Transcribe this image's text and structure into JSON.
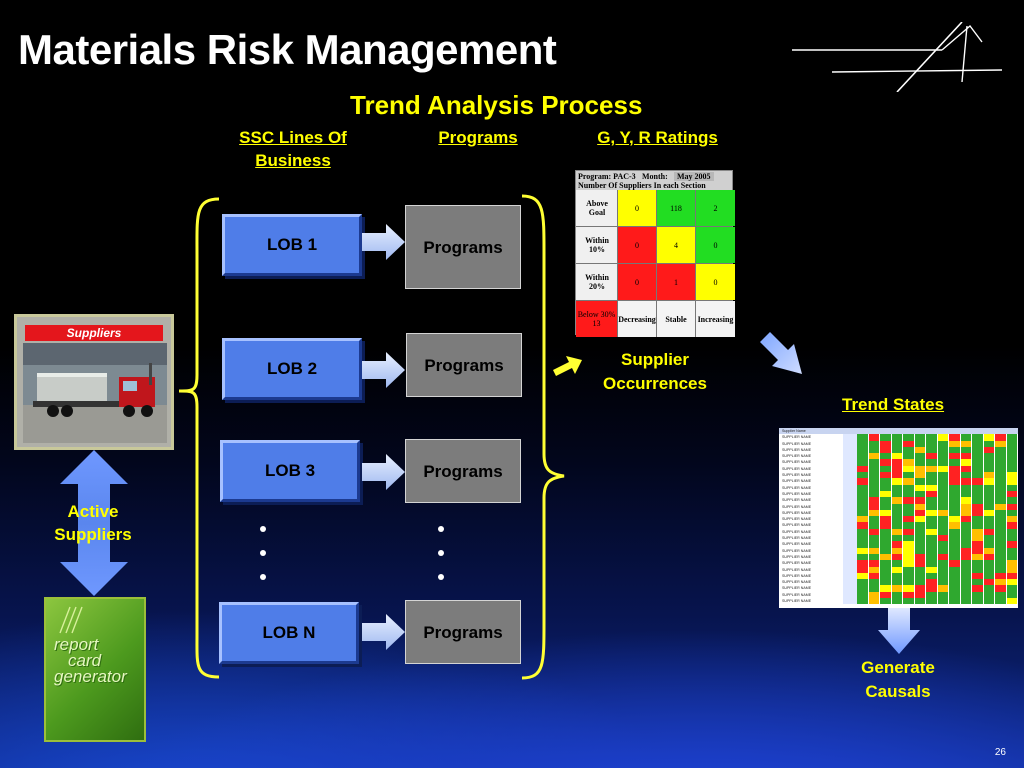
{
  "slide": {
    "title": "Materials Risk Management",
    "subtitle": "Trend Analysis Process",
    "page_number": "26",
    "accent_color": "#ffff00",
    "icons": [
      "company-logo-icon",
      "truck-photo",
      "report-card-generator-logo"
    ]
  },
  "headers": {
    "ssc_lines_line1": "SSC Lines Of",
    "ssc_lines_line2": "Business",
    "programs": "Programs",
    "ratings": "G, Y, R Ratings"
  },
  "lobs": [
    {
      "label": "LOB 1",
      "program": "Programs"
    },
    {
      "label": "LOB 2",
      "program": "Programs"
    },
    {
      "label": "LOB 3",
      "program": "Programs"
    },
    {
      "label": "LOB N",
      "program": "Programs"
    }
  ],
  "left": {
    "suppliers_banner": "Suppliers",
    "active_suppliers_line1": "Active",
    "active_suppliers_line2": "Suppliers",
    "report_card_line1": "report",
    "report_card_line2": "card",
    "report_card_line3": "generator"
  },
  "ratings_table": {
    "program_label": "Program: PAC-3",
    "month_label": "Month:",
    "month_value": "May 2005",
    "section_label": "Number Of Suppliers In each Section",
    "rows": [
      {
        "label": "Above Goal",
        "cells": [
          {
            "v": "0",
            "c": "y"
          },
          {
            "v": "118",
            "c": "g"
          },
          {
            "v": "2",
            "c": "g"
          }
        ]
      },
      {
        "label": "Within 10%",
        "cells": [
          {
            "v": "0",
            "c": "r"
          },
          {
            "v": "4",
            "c": "y"
          },
          {
            "v": "0",
            "c": "g"
          }
        ]
      },
      {
        "label": "Within 20%",
        "cells": [
          {
            "v": "0",
            "c": "r"
          },
          {
            "v": "1",
            "c": "r"
          },
          {
            "v": "0",
            "c": "y"
          }
        ]
      }
    ],
    "below_label": "Below 30%",
    "below_value": "13",
    "footer": [
      "Decreasing",
      "Stable",
      "Increasing"
    ]
  },
  "flow": {
    "supplier_occurrences_line1": "Supplier",
    "supplier_occurrences_line2": "Occurrences",
    "trend_states": "Trend States",
    "generate_causals_line1": "Generate",
    "generate_causals_line2": "Causals"
  },
  "trend_table": {
    "header": "Supplier Name",
    "row_label": "SUPPLIER NAME",
    "row_count": 27
  }
}
